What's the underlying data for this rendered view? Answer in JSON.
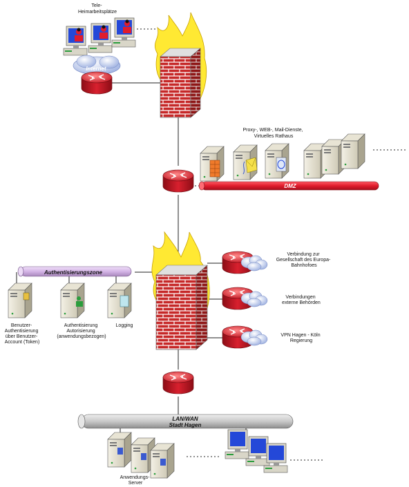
{
  "colors": {
    "firewall_brick": "#cc2a2a",
    "flame": "#ffee33",
    "router": "#cc1f2e",
    "dmz_bus": "#e01c2c",
    "auth_bus": "#d8b8e8",
    "lan_bus": "#c8c8c8",
    "cloud": "#9aaee0"
  },
  "labels": {
    "telearbeit": "Tele-\nHeimarbeitsplätze",
    "internet": "Internet",
    "dmz_services": "Proxy-, WEB-, Mail-Dienste,\nVirtuelles Rathaus",
    "dmz": "DMZ",
    "auth_zone": "Authentisierungszone",
    "auth_server_1": "Benutzer-\nAuthentisierung\nüber Benutzer-\nAccount (Token)",
    "auth_server_2": "Authentisierung\nAutorisierung\n(anwendungsbezogen)",
    "auth_server_3": "Logging",
    "conn_1": "Verbindung zur\nGesellschaft des Europa-\nBahnhofoes",
    "conn_2": "Verbindungen\nexterne Behörden",
    "conn_3": "VPN Hagen - Köln\nRegierung",
    "lan_wan_1": "LAN/WAN",
    "lan_wan_2": "Stadt Hagen",
    "app_servers": "Anwendungs-\nServer"
  }
}
